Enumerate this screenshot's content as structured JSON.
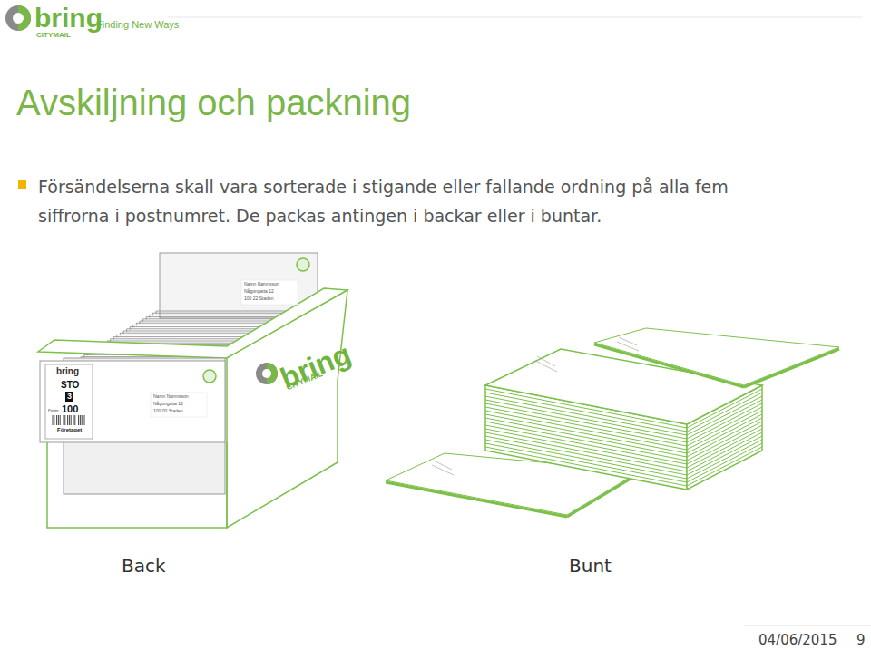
{
  "diagram": {
    "title": "Avskiljning och packning",
    "labels": [
      "bring",
      "CITYMAIL",
      "Finding New Ways",
      "Försändelserna skall vara sorterade i stigande eller fallande ordning på alla fem siffrorna i postnumret. De packas antingen i backar eller i buntar.",
      "Namn Namnsson",
      "Någongatta 12",
      "100 22 Staden",
      "bring",
      "STO",
      "3",
      "Postnr",
      "100",
      "Företaget",
      "Namn Namnsson",
      "Någongatta 12",
      "100 00 Staden",
      "bring",
      "CITYMAIL",
      "Back",
      "Bunt",
      "04/06/2015",
      "9"
    ]
  }
}
